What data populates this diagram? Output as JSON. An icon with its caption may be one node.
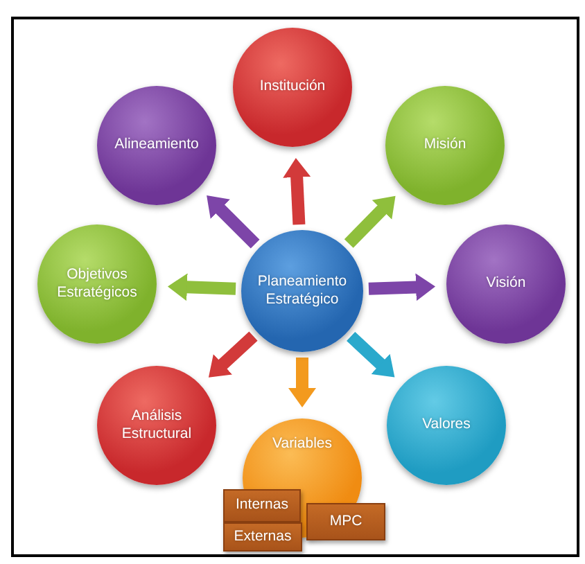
{
  "diagram": {
    "nodes": [
      {
        "text": [
          "Institución"
        ]
      },
      {
        "text": [
          "Alineamiento"
        ]
      },
      {
        "text": [
          "Misión"
        ]
      },
      {
        "text": [
          "Objetivos Estratégicos"
        ]
      },
      {
        "text": [
          "Planeamiento Estratégico"
        ]
      },
      {
        "text": [
          "Visión"
        ]
      },
      {
        "text": [
          "Análisis Estructural"
        ]
      },
      {
        "text": [
          "Valores"
        ]
      },
      {
        "text": [
          "Variables"
        ]
      },
      {
        "text": [
          "Internas"
        ]
      },
      {
        "text": [
          "MPC"
        ]
      },
      {
        "text": [
          "Externas"
        ]
      }
    ],
    "edges": [
      {
        "from": 4,
        "to": 0,
        "arrow": "to",
        "color": "#d23a3a"
      },
      {
        "from": 4,
        "to": 2,
        "arrow": "to",
        "color": "#8fbf3c"
      },
      {
        "from": 4,
        "to": 5,
        "arrow": "to",
        "color": "#7d45a8"
      },
      {
        "from": 4,
        "to": 7,
        "arrow": "to",
        "color": "#2aa9cc"
      },
      {
        "from": 4,
        "to": 8,
        "arrow": "to",
        "color": "#f39a1e"
      },
      {
        "from": 4,
        "to": 6,
        "arrow": "to",
        "color": "#d23a3a"
      },
      {
        "from": 4,
        "to": 3,
        "arrow": "to",
        "color": "#8fbf3c"
      },
      {
        "from": 4,
        "to": 1,
        "arrow": "to",
        "color": "#7d45a8"
      }
    ]
  }
}
